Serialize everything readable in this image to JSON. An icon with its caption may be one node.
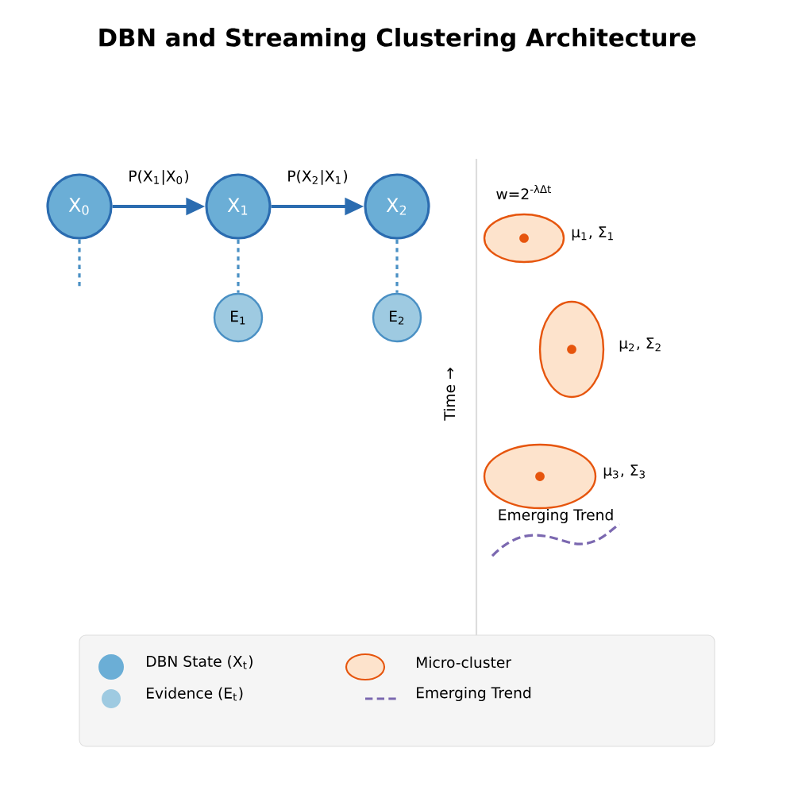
{
  "diagram": {
    "title": "DBN and Streaming Clustering Architecture",
    "nodes": [
      {
        "text": [
          "X$_{0}$"
        ]
      },
      {
        "text": [
          "X$_{1}$"
        ]
      },
      {
        "text": [
          "X$_{2}$"
        ]
      },
      {
        "text": [
          "E$_{1}$"
        ]
      },
      {
        "text": [
          "E$_{2}$"
        ]
      },
      {
        "text": [],
        "shape": "ellipse",
        "beside": [
          "μ$_{1}$, Σ$_{1}$"
        ]
      },
      {
        "text": [],
        "shape": "ellipse",
        "beside": [
          "μ$_{2}$, Σ$_{2}$"
        ]
      },
      {
        "text": [],
        "shape": "ellipse",
        "beside": [
          "μ$_{3}$, Σ$_{3}$"
        ]
      }
    ],
    "edges": [
      {
        "from": 0,
        "to": 1,
        "arrow": "to",
        "label": "P(X$_{1}$|X$_{0}$)",
        "color": "#2b6cb0"
      },
      {
        "from": 1,
        "to": 2,
        "arrow": "to",
        "label": "P(X$_{2}$|X$_{1}$)",
        "color": "#2b6cb0"
      },
      {
        "from": 0,
        "to": null,
        "arrow": "none",
        "style": "dashed"
      },
      {
        "from": 1,
        "to": 3,
        "arrow": "none",
        "style": "dashed"
      },
      {
        "from": 2,
        "to": 4,
        "arrow": "none",
        "style": "dashed"
      }
    ],
    "labels": [
      "w=2$^{-λΔt}$",
      "Time →",
      "Emerging Trend"
    ],
    "legend": [
      {
        "text": "DBN State (X$_{t}$)",
        "color": "#6baed6"
      },
      {
        "text": "Evidence (E$_{t}$)",
        "color": "#9ecae1"
      },
      {
        "text": "Micro-cluster",
        "color": "#fde3cc"
      },
      {
        "text": "Emerging Trend"
      }
    ]
  }
}
